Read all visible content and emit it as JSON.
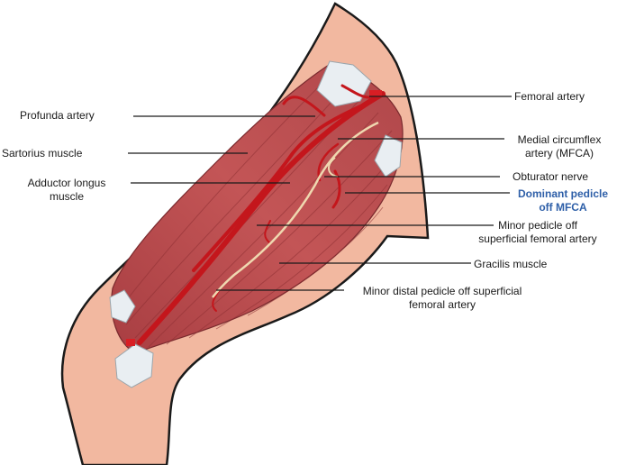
{
  "labels": {
    "femoral_artery": "Femoral artery",
    "profunda_artery": "Profunda artery",
    "mfca_line1": "Medial circumflex",
    "mfca_line2": "artery (MFCA)",
    "sartorius": "Sartorius muscle",
    "adductor_line1": "Adductor longus",
    "adductor_line2": "muscle",
    "obturator": "Obturator nerve",
    "dominant_line1": "Dominant pedicle",
    "dominant_line2": "off MFCA",
    "minor_line1": "Minor pedicle off",
    "minor_line2": "superficial femoral artery",
    "gracilis": "Gracilis muscle",
    "distal_line1": "Minor distal pedicle off superficial",
    "distal_line2": "femoral artery"
  },
  "colors": {
    "skin": "#f2b8a0",
    "muscle": "#b8484a",
    "muscle_dark": "#8e2f33",
    "artery": "#c4161c",
    "tendon": "#e9eef2",
    "nerve": "#efd8b0",
    "highlight": "#2e5fa8"
  }
}
